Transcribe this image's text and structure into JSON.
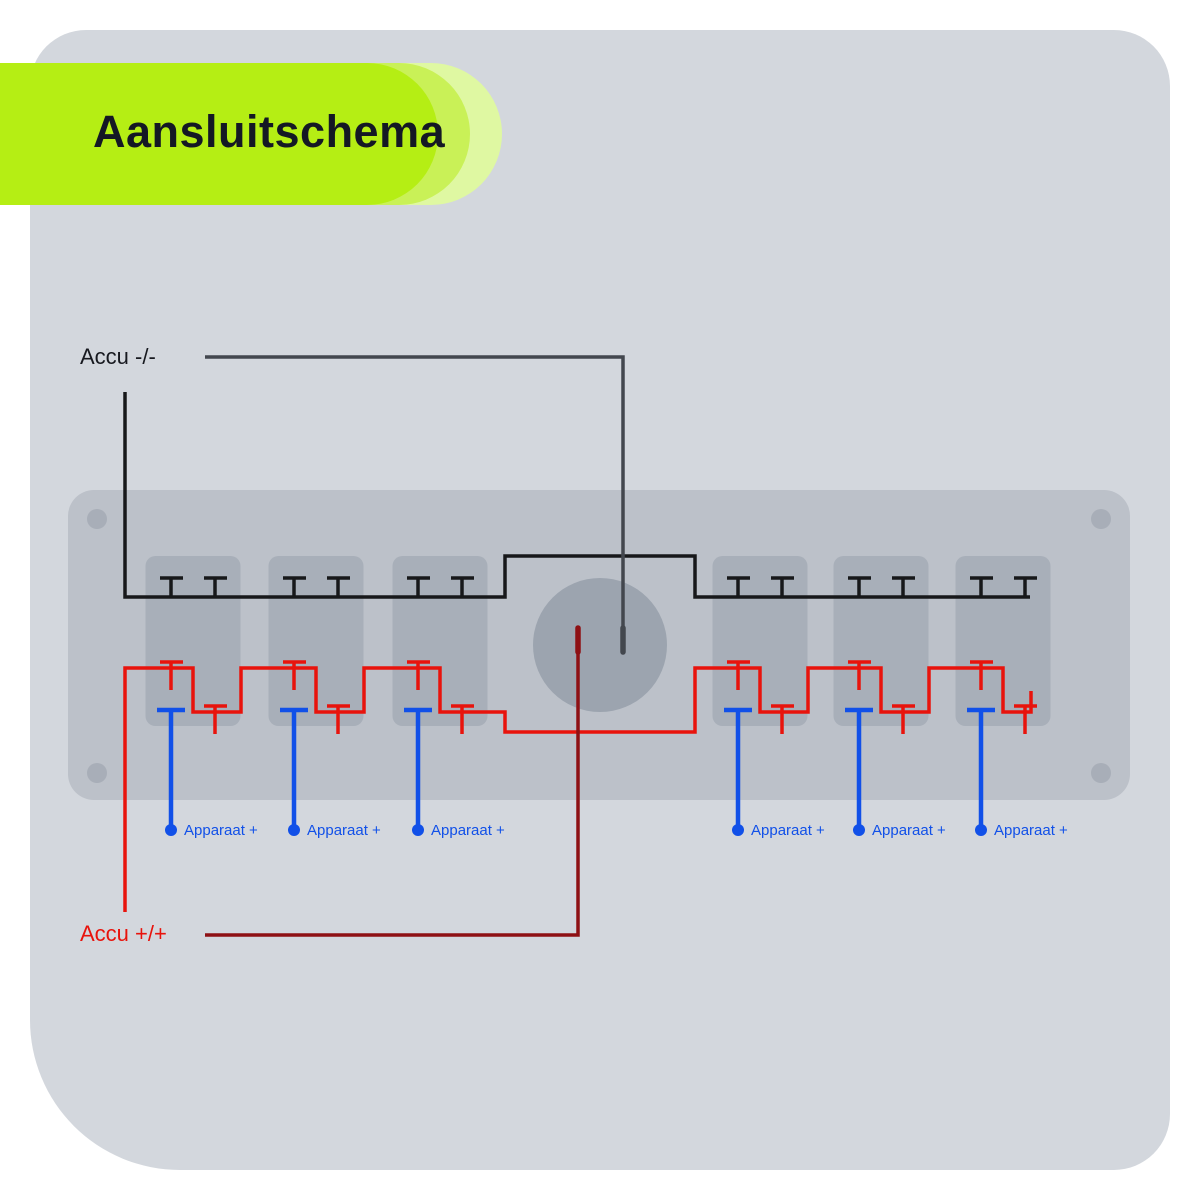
{
  "title": "Aansluitschema",
  "diagram": {
    "battery_negative_label": "Accu -/-",
    "battery_positive_label": "Accu +/+",
    "device_labels": [
      "Apparaat +",
      "Apparaat +",
      "Apparaat +",
      "Apparaat +",
      "Apparaat +",
      "Apparaat +"
    ]
  },
  "colors": {
    "banner": "#b5ee14",
    "banner_light1": "#c9f157",
    "banner_light2": "#dff8a2",
    "title_color": "#141824",
    "card_bg": "#d3d7dd",
    "panel": "#bcc1c9",
    "switch": "#a8afb9",
    "screw": "#a8aeb8",
    "gauge": "#9ca4af",
    "wire_black": "#17181a",
    "wire_gray": "#43474e",
    "wire_red": "#e8130c",
    "wire_darkred": "#8e1014",
    "wire_blue": "#1150e8",
    "label_dark": "#17191f"
  }
}
